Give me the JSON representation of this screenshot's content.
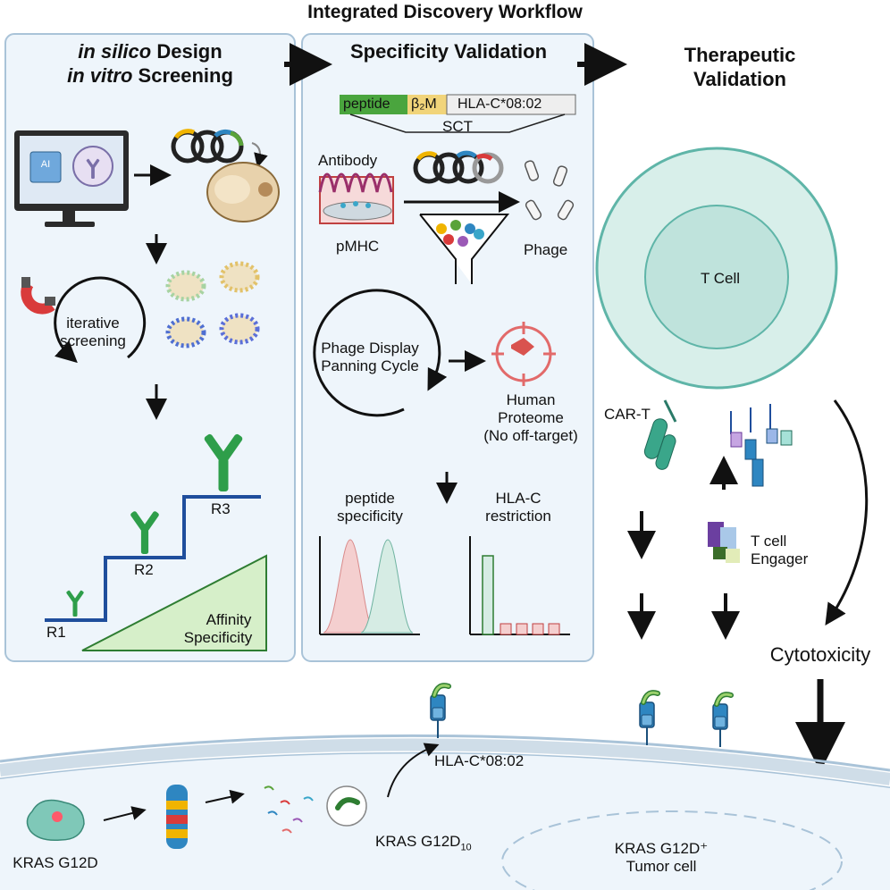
{
  "title": "Integrated Discovery Workflow",
  "panel1": {
    "heading_line1_italic": "in silico",
    "heading_line1_rest": " Design",
    "heading_line2_italic": "in vitro",
    "heading_line2_rest": " Screening",
    "ai_chip": "AI",
    "cycle_label_1": "iterative",
    "cycle_label_2": "screening",
    "steps": [
      "R1",
      "R2",
      "R3"
    ],
    "wedge_label_1": "Affinity",
    "wedge_label_2": "Specificity"
  },
  "panel2": {
    "heading": "Specificity Validation",
    "construct": [
      "peptide",
      "β₂M",
      "HLA-C*08:02"
    ],
    "construct_caption": "SCT",
    "antibody_label": "Antibody",
    "pmhc_label": "pMHC",
    "phage_label": "Phage",
    "cycle_label_1": "Phage Display",
    "cycle_label_2": "Panning Cycle",
    "proteome_label": [
      "Human",
      "Proteome",
      "(No off-target)"
    ],
    "spec_label": [
      "peptide",
      "specificity"
    ],
    "restriction_label": [
      "HLA-C",
      "restriction"
    ]
  },
  "panel3": {
    "heading_line1": "Therapeutic",
    "heading_line2": "Validation",
    "tcell_label": "T Cell",
    "cart_label": "CAR-T",
    "engager_label_1": "T cell",
    "engager_label_2": "Engager",
    "cytotoxicity_label": "Cytotoxicity"
  },
  "bottom": {
    "hla_label": "HLA-C*08:02",
    "kras_label": "KRAS G12D",
    "peptide_label": "KRAS G12D",
    "peptide_subscript": "10",
    "tumor_label_1": "KRAS G12D⁺",
    "tumor_label_2": "Tumor cell"
  },
  "colors": {
    "panel_fill": "#eef5fb",
    "panel_border": "#a9c3d8",
    "tcell": "#cfe9e4",
    "tcell_border": "#5fb5a8",
    "antibody_green": "#2e9e4a",
    "step_blue": "#1f4e9c",
    "wedge_green": "#d6efc9",
    "peptide_green": "#4aa53e",
    "b2m_yellow": "#f1d47a",
    "hla_grey": "#eeeeee"
  }
}
